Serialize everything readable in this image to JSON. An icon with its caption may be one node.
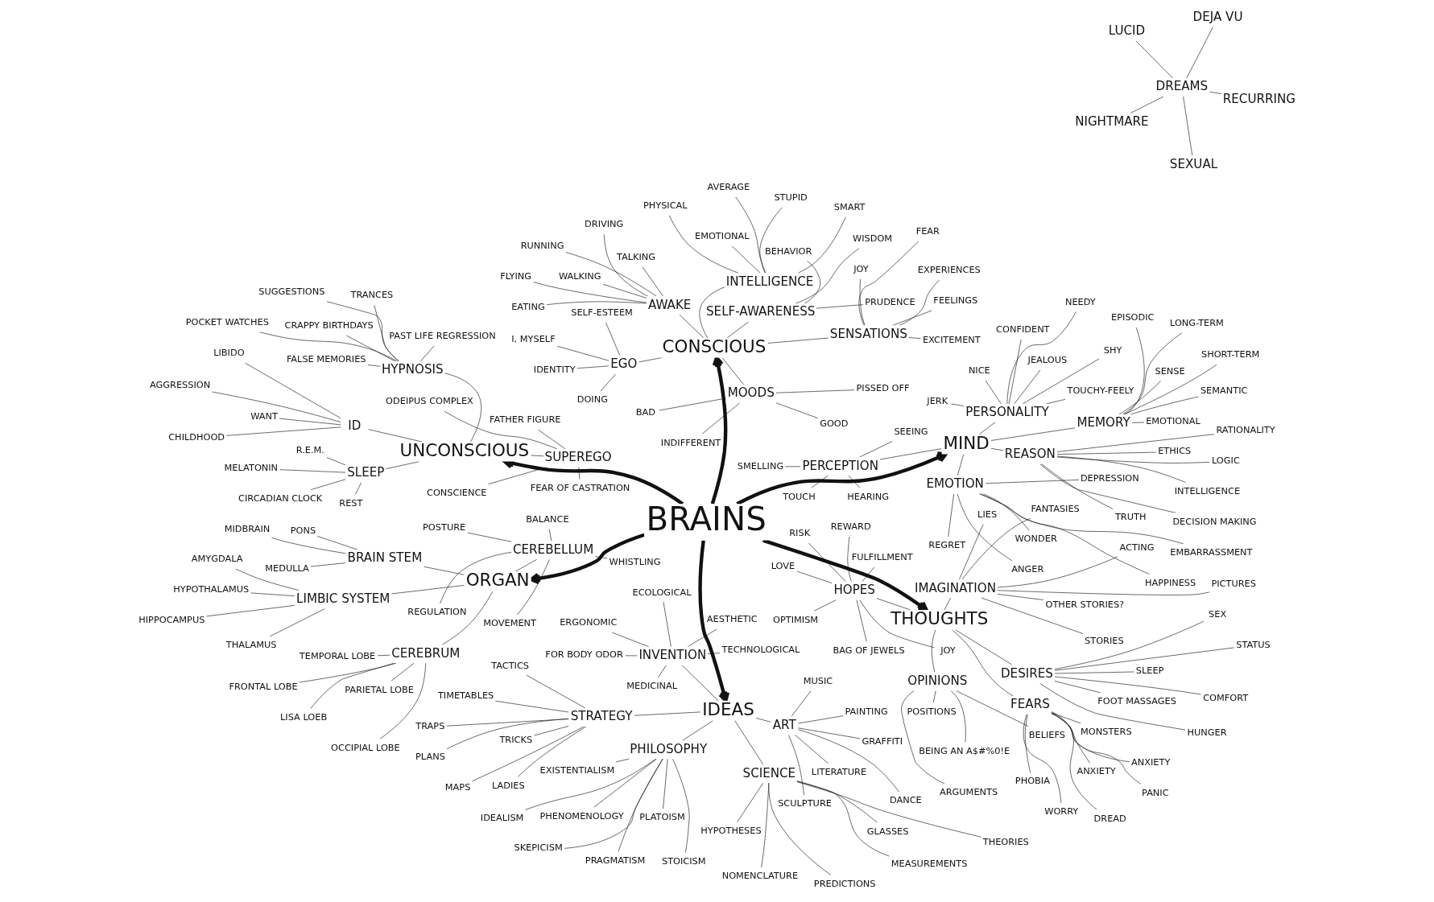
{
  "diagram": {
    "nodes": [
      {
        "text": [
          "BRAINS"
        ]
      },
      {
        "text": [
          "ORGAN"
        ]
      },
      {
        "text": [
          "CEREBRUM"
        ]
      },
      {
        "text": [
          "OCCIPIAL LOBE"
        ]
      },
      {
        "text": [
          "PARIETAL LOBE"
        ]
      },
      {
        "text": [
          "FRONTAL LOBE"
        ]
      },
      {
        "text": [
          "TEMPORAL LOBE"
        ]
      },
      {
        "text": [
          "LISA LOEB"
        ]
      },
      {
        "text": [
          "CEREBELLUM"
        ]
      },
      {
        "text": [
          "BALANCE"
        ]
      },
      {
        "text": [
          "WHISTLING"
        ]
      },
      {
        "text": [
          "MOVEMENT"
        ]
      },
      {
        "text": [
          "POSTURE"
        ]
      },
      {
        "text": [
          "REGULATION"
        ]
      },
      {
        "text": [
          "BRAIN STEM"
        ]
      },
      {
        "text": [
          "MIDBRAIN"
        ]
      },
      {
        "text": [
          "PONS"
        ]
      },
      {
        "text": [
          "MEDULLA"
        ]
      },
      {
        "text": [
          "LIMBIC SYSTEM"
        ]
      },
      {
        "text": [
          "AMYGDALA"
        ]
      },
      {
        "text": [
          "HIPPOCAMPUS"
        ]
      },
      {
        "text": [
          "THALAMUS"
        ]
      },
      {
        "text": [
          "HYPOTHALAMUS"
        ]
      },
      {
        "text": [
          "DREAMS"
        ]
      },
      {
        "text": [
          "DEJA VU"
        ]
      },
      {
        "text": [
          "NIGHTMARE"
        ]
      },
      {
        "text": [
          "LUCID"
        ]
      },
      {
        "text": [
          "RECURRING"
        ]
      },
      {
        "text": [
          "SEXUAL"
        ]
      },
      {
        "text": [
          "UNCONSCIOUS"
        ]
      },
      {
        "text": [
          "ID"
        ]
      },
      {
        "text": [
          "AGGRESSION"
        ]
      },
      {
        "text": [
          "CHILDHOOD"
        ]
      },
      {
        "text": [
          "WANT"
        ]
      },
      {
        "text": [
          "LIBIDO"
        ]
      },
      {
        "text": [
          "HYPNOSIS"
        ]
      },
      {
        "text": [
          "CRAPPY BIRTHDAYS"
        ]
      },
      {
        "text": [
          "PAST LIFE REGRESSION"
        ]
      },
      {
        "text": [
          "TRANCES"
        ]
      },
      {
        "text": [
          "POCKET WATCHES"
        ]
      },
      {
        "text": [
          "FALSE MEMORIES"
        ]
      },
      {
        "text": [
          "SUGGESTIONS"
        ]
      },
      {
        "text": [
          "SUPEREGO"
        ]
      },
      {
        "text": [
          "ODEIPUS COMPLEX"
        ]
      },
      {
        "text": [
          "CONSCIENCE"
        ]
      },
      {
        "text": [
          "FATHER FIGURE"
        ]
      },
      {
        "text": [
          "FEAR OF CASTRATION"
        ]
      },
      {
        "text": [
          "SLEEP"
        ]
      },
      {
        "text": [
          "CIRCADIAN CLOCK"
        ]
      },
      {
        "text": [
          "MELATONIN"
        ]
      },
      {
        "text": [
          "REST"
        ]
      },
      {
        "text": [
          "R.E.M."
        ]
      },
      {
        "text": [
          "MIND"
        ]
      },
      {
        "text": [
          "REASON"
        ]
      },
      {
        "text": [
          "DECISION MAKING"
        ]
      },
      {
        "text": [
          "ETHICS"
        ]
      },
      {
        "text": [
          "INTELLIGENCE"
        ]
      },
      {
        "text": [
          "RATIONALITY"
        ]
      },
      {
        "text": [
          "TRUTH"
        ]
      },
      {
        "text": [
          "LOGIC"
        ]
      },
      {
        "text": [
          "PERCEPTION"
        ]
      },
      {
        "text": [
          "SEEING"
        ]
      },
      {
        "text": [
          "SMELLING"
        ]
      },
      {
        "text": [
          "HEARING"
        ]
      },
      {
        "text": [
          "TOUCH"
        ]
      },
      {
        "text": [
          "MEMORY"
        ]
      },
      {
        "text": [
          "SEMANTIC"
        ]
      },
      {
        "text": [
          "SHORT-TERM"
        ]
      },
      {
        "text": [
          "SENSE"
        ]
      },
      {
        "text": [
          "EPISODIC"
        ]
      },
      {
        "text": [
          "EMOTIONAL"
        ]
      },
      {
        "text": [
          "LONG-TERM"
        ]
      },
      {
        "text": [
          "EMOTION"
        ]
      },
      {
        "text": [
          "WONDER"
        ]
      },
      {
        "text": [
          "DEPRESSION"
        ]
      },
      {
        "text": [
          "ANGER"
        ]
      },
      {
        "text": [
          "HAPPINESS"
        ]
      },
      {
        "text": [
          "EMBARRASSMENT"
        ]
      },
      {
        "text": [
          "REGRET"
        ]
      },
      {
        "text": [
          "PERSONALITY"
        ]
      },
      {
        "text": [
          "JERK"
        ]
      },
      {
        "text": [
          "TOUCHY-FEELY"
        ]
      },
      {
        "text": [
          "NICE"
        ]
      },
      {
        "text": [
          "JEALOUS"
        ]
      },
      {
        "text": [
          "SHY"
        ]
      },
      {
        "text": [
          "NEEDY"
        ]
      },
      {
        "text": [
          "CONFIDENT"
        ]
      },
      {
        "text": [
          "CONSCIOUS"
        ]
      },
      {
        "text": [
          "EGO"
        ]
      },
      {
        "text": [
          "DOING"
        ]
      },
      {
        "text": [
          "IDENTITY"
        ]
      },
      {
        "text": [
          "I, MYSELF"
        ]
      },
      {
        "text": [
          "SELF-ESTEEM"
        ]
      },
      {
        "text": [
          "SENSATIONS"
        ]
      },
      {
        "text": [
          "FEELINGS"
        ]
      },
      {
        "text": [
          "EXCITEMENT"
        ]
      },
      {
        "text": [
          "JOY"
        ]
      },
      {
        "text": [
          "FEAR"
        ]
      },
      {
        "text": [
          "EXPERIENCES"
        ]
      },
      {
        "text": [
          "AWAKE"
        ]
      },
      {
        "text": [
          "TALKING"
        ]
      },
      {
        "text": [
          "FLYING"
        ]
      },
      {
        "text": [
          "DRIVING"
        ]
      },
      {
        "text": [
          "EATING"
        ]
      },
      {
        "text": [
          "RUNNING"
        ]
      },
      {
        "text": [
          "WALKING"
        ]
      },
      {
        "text": [
          "SELF-AWARENESS"
        ]
      },
      {
        "text": [
          "BEHAVIOR"
        ]
      },
      {
        "text": [
          "WISDOM"
        ]
      },
      {
        "text": [
          "PRUDENCE"
        ]
      },
      {
        "text": [
          "INTELLIGENCE"
        ]
      },
      {
        "text": [
          "PHYSICAL"
        ]
      },
      {
        "text": [
          "AVERAGE"
        ]
      },
      {
        "text": [
          "SMART"
        ]
      },
      {
        "text": [
          "EMOTIONAL"
        ]
      },
      {
        "text": [
          "STUPID"
        ]
      },
      {
        "text": [
          "MOODS"
        ]
      },
      {
        "text": [
          "INDIFFERENT"
        ]
      },
      {
        "text": [
          "BAD"
        ]
      },
      {
        "text": [
          "GOOD"
        ]
      },
      {
        "text": [
          "PISSED OFF"
        ]
      },
      {
        "text": [
          "THOUGHTS"
        ]
      },
      {
        "text": [
          "DESIRES"
        ]
      },
      {
        "text": [
          "FOOT MASSAGES"
        ]
      },
      {
        "text": [
          "STATUS"
        ]
      },
      {
        "text": [
          "COMFORT"
        ]
      },
      {
        "text": [
          "SEX"
        ]
      },
      {
        "text": [
          "SLEEP"
        ]
      },
      {
        "text": [
          "HUNGER"
        ]
      },
      {
        "text": [
          "OPINIONS"
        ]
      },
      {
        "text": [
          "BELIEFS"
        ]
      },
      {
        "text": [
          "POSITIONS"
        ]
      },
      {
        "text": [
          "BEING AN A$#%0!E"
        ]
      },
      {
        "text": [
          "ARGUMENTS"
        ]
      },
      {
        "text": [
          "HOPES"
        ]
      },
      {
        "text": [
          "JOY"
        ]
      },
      {
        "text": [
          "RISK"
        ]
      },
      {
        "text": [
          "REWARD"
        ]
      },
      {
        "text": [
          "LOVE"
        ]
      },
      {
        "text": [
          "FULFILLMENT"
        ]
      },
      {
        "text": [
          "OPTIMISM"
        ]
      },
      {
        "text": [
          "BAG OF JEWELS"
        ]
      },
      {
        "text": [
          "FEARS"
        ]
      },
      {
        "text": [
          "ANXIETY"
        ]
      },
      {
        "text": [
          "WORRY"
        ]
      },
      {
        "text": [
          "PHOBIA"
        ]
      },
      {
        "text": [
          "PANIC"
        ]
      },
      {
        "text": [
          "ANXIETY"
        ]
      },
      {
        "text": [
          "DREAD"
        ]
      },
      {
        "text": [
          "MONSTERS"
        ]
      },
      {
        "text": [
          "IMAGINATION"
        ]
      },
      {
        "text": [
          "OTHER STORIES?"
        ]
      },
      {
        "text": [
          "ACTING"
        ]
      },
      {
        "text": [
          "STORIES"
        ]
      },
      {
        "text": [
          "PICTURES"
        ]
      },
      {
        "text": [
          "LIES"
        ]
      },
      {
        "text": [
          "FANTASIES"
        ]
      },
      {
        "text": [
          "IDEAS"
        ]
      },
      {
        "text": [
          "ART"
        ]
      },
      {
        "text": [
          "PAINTING"
        ]
      },
      {
        "text": [
          "GRAFFITI"
        ]
      },
      {
        "text": [
          "SCULPTURE"
        ]
      },
      {
        "text": [
          "LITERATURE"
        ]
      },
      {
        "text": [
          "MUSIC"
        ]
      },
      {
        "text": [
          "DANCE"
        ]
      },
      {
        "text": [
          "INVENTION"
        ]
      },
      {
        "text": [
          "TECHNOLOGICAL"
        ]
      },
      {
        "text": [
          "AESTHETIC"
        ]
      },
      {
        "text": [
          "ERGONOMIC"
        ]
      },
      {
        "text": [
          "MEDICINAL"
        ]
      },
      {
        "text": [
          "FOR BODY ODOR"
        ]
      },
      {
        "text": [
          "ECOLOGICAL"
        ]
      },
      {
        "text": [
          "SCIENCE"
        ]
      },
      {
        "text": [
          "MEASUREMENTS"
        ]
      },
      {
        "text": [
          "GLASSES"
        ]
      },
      {
        "text": [
          "THEORIES"
        ]
      },
      {
        "text": [
          "NOMENCLATURE"
        ]
      },
      {
        "text": [
          "HYPOTHESES"
        ]
      },
      {
        "text": [
          "PREDICTIONS"
        ]
      },
      {
        "text": [
          "STRATEGY"
        ]
      },
      {
        "text": [
          "LADIES"
        ]
      },
      {
        "text": [
          "TRICKS"
        ]
      },
      {
        "text": [
          "PLANS"
        ]
      },
      {
        "text": [
          "TRAPS"
        ]
      },
      {
        "text": [
          "MAPS"
        ]
      },
      {
        "text": [
          "TACTICS"
        ]
      },
      {
        "text": [
          "TIMETABLES"
        ]
      },
      {
        "text": [
          "PHILOSOPHY"
        ]
      },
      {
        "text": [
          "PLATOISM"
        ]
      },
      {
        "text": [
          "STOICISM"
        ]
      },
      {
        "text": [
          "EXISTENTIALISM"
        ]
      },
      {
        "text": [
          "SKEPICISM"
        ]
      },
      {
        "text": [
          "PRAGMATISM"
        ]
      },
      {
        "text": [
          "IDEALISM"
        ]
      },
      {
        "text": [
          "PHENOMENOLOGY"
        ]
      }
    ],
    "edges": [
      {
        "from": 0,
        "to": 1,
        "arrow": "to",
        "style": "thick"
      },
      {
        "from": 0,
        "to": 29,
        "arrow": "to",
        "style": "thick"
      },
      {
        "from": 0,
        "to": 52,
        "arrow": "to",
        "style": "thick"
      },
      {
        "from": 0,
        "to": 87,
        "arrow": "to",
        "style": "thick"
      },
      {
        "from": 0,
        "to": 121,
        "arrow": "to",
        "style": "thick"
      },
      {
        "from": 0,
        "to": 157,
        "arrow": "to",
        "style": "thick"
      },
      {
        "from": 1,
        "to": 2,
        "arrow": "none"
      },
      {
        "from": 2,
        "to": 3,
        "arrow": "none"
      },
      {
        "from": 2,
        "to": 4,
        "arrow": "none"
      },
      {
        "from": 2,
        "to": 5,
        "arrow": "none"
      },
      {
        "from": 2,
        "to": 6,
        "arrow": "none"
      },
      {
        "from": 2,
        "to": 7,
        "arrow": "none"
      },
      {
        "from": 1,
        "to": 8,
        "arrow": "none"
      },
      {
        "from": 8,
        "to": 9,
        "arrow": "none"
      },
      {
        "from": 8,
        "to": 10,
        "arrow": "none"
      },
      {
        "from": 8,
        "to": 11,
        "arrow": "none"
      },
      {
        "from": 8,
        "to": 12,
        "arrow": "none"
      },
      {
        "from": 8,
        "to": 13,
        "arrow": "none"
      },
      {
        "from": 1,
        "to": 14,
        "arrow": "none"
      },
      {
        "from": 14,
        "to": 15,
        "arrow": "none"
      },
      {
        "from": 14,
        "to": 16,
        "arrow": "none"
      },
      {
        "from": 14,
        "to": 17,
        "arrow": "none"
      },
      {
        "from": 1,
        "to": 18,
        "arrow": "none"
      },
      {
        "from": 18,
        "to": 19,
        "arrow": "none"
      },
      {
        "from": 18,
        "to": 20,
        "arrow": "none"
      },
      {
        "from": 18,
        "to": 21,
        "arrow": "none"
      },
      {
        "from": 18,
        "to": 22,
        "arrow": "none"
      },
      {
        "from": 23,
        "to": 24,
        "arrow": "none"
      },
      {
        "from": 23,
        "to": 25,
        "arrow": "none"
      },
      {
        "from": 23,
        "to": 26,
        "arrow": "none"
      },
      {
        "from": 23,
        "to": 27,
        "arrow": "none"
      },
      {
        "from": 23,
        "to": 28,
        "arrow": "none"
      },
      {
        "from": 29,
        "to": 30,
        "arrow": "none"
      },
      {
        "from": 30,
        "to": 31,
        "arrow": "none"
      },
      {
        "from": 30,
        "to": 32,
        "arrow": "none"
      },
      {
        "from": 30,
        "to": 33,
        "arrow": "none"
      },
      {
        "from": 30,
        "to": 34,
        "arrow": "none"
      },
      {
        "from": 29,
        "to": 35,
        "arrow": "none"
      },
      {
        "from": 35,
        "to": 36,
        "arrow": "none"
      },
      {
        "from": 35,
        "to": 37,
        "arrow": "none"
      },
      {
        "from": 35,
        "to": 38,
        "arrow": "none"
      },
      {
        "from": 35,
        "to": 39,
        "arrow": "none"
      },
      {
        "from": 35,
        "to": 40,
        "arrow": "none"
      },
      {
        "from": 35,
        "to": 41,
        "arrow": "none"
      },
      {
        "from": 29,
        "to": 42,
        "arrow": "none"
      },
      {
        "from": 42,
        "to": 43,
        "arrow": "none"
      },
      {
        "from": 42,
        "to": 44,
        "arrow": "none"
      },
      {
        "from": 42,
        "to": 45,
        "arrow": "none"
      },
      {
        "from": 42,
        "to": 46,
        "arrow": "none"
      },
      {
        "from": 29,
        "to": 47,
        "arrow": "none"
      },
      {
        "from": 47,
        "to": 48,
        "arrow": "none"
      },
      {
        "from": 47,
        "to": 49,
        "arrow": "none"
      },
      {
        "from": 47,
        "to": 50,
        "arrow": "none"
      },
      {
        "from": 47,
        "to": 51,
        "arrow": "none"
      },
      {
        "from": 52,
        "to": 53,
        "arrow": "none"
      },
      {
        "from": 53,
        "to": 54,
        "arrow": "none"
      },
      {
        "from": 53,
        "to": 55,
        "arrow": "none"
      },
      {
        "from": 53,
        "to": 56,
        "arrow": "none"
      },
      {
        "from": 53,
        "to": 57,
        "arrow": "none"
      },
      {
        "from": 53,
        "to": 58,
        "arrow": "none"
      },
      {
        "from": 53,
        "to": 59,
        "arrow": "none"
      },
      {
        "from": 52,
        "to": 60,
        "arrow": "none"
      },
      {
        "from": 60,
        "to": 61,
        "arrow": "none"
      },
      {
        "from": 60,
        "to": 62,
        "arrow": "none"
      },
      {
        "from": 60,
        "to": 63,
        "arrow": "none"
      },
      {
        "from": 60,
        "to": 64,
        "arrow": "none"
      },
      {
        "from": 52,
        "to": 65,
        "arrow": "none"
      },
      {
        "from": 65,
        "to": 66,
        "arrow": "none"
      },
      {
        "from": 65,
        "to": 67,
        "arrow": "none"
      },
      {
        "from": 65,
        "to": 68,
        "arrow": "none"
      },
      {
        "from": 65,
        "to": 69,
        "arrow": "none"
      },
      {
        "from": 65,
        "to": 70,
        "arrow": "none"
      },
      {
        "from": 65,
        "to": 71,
        "arrow": "none"
      },
      {
        "from": 52,
        "to": 72,
        "arrow": "none"
      },
      {
        "from": 72,
        "to": 73,
        "arrow": "none"
      },
      {
        "from": 72,
        "to": 74,
        "arrow": "none"
      },
      {
        "from": 72,
        "to": 75,
        "arrow": "none"
      },
      {
        "from": 72,
        "to": 76,
        "arrow": "none"
      },
      {
        "from": 72,
        "to": 77,
        "arrow": "none"
      },
      {
        "from": 72,
        "to": 78,
        "arrow": "none"
      },
      {
        "from": 52,
        "to": 79,
        "arrow": "none"
      },
      {
        "from": 79,
        "to": 80,
        "arrow": "none"
      },
      {
        "from": 79,
        "to": 81,
        "arrow": "none"
      },
      {
        "from": 79,
        "to": 82,
        "arrow": "none"
      },
      {
        "from": 79,
        "to": 83,
        "arrow": "none"
      },
      {
        "from": 79,
        "to": 84,
        "arrow": "none"
      },
      {
        "from": 79,
        "to": 85,
        "arrow": "none"
      },
      {
        "from": 79,
        "to": 86,
        "arrow": "none"
      },
      {
        "from": 87,
        "to": 88,
        "arrow": "none"
      },
      {
        "from": 88,
        "to": 89,
        "arrow": "none"
      },
      {
        "from": 88,
        "to": 90,
        "arrow": "none"
      },
      {
        "from": 88,
        "to": 91,
        "arrow": "none"
      },
      {
        "from": 88,
        "to": 92,
        "arrow": "none"
      },
      {
        "from": 87,
        "to": 93,
        "arrow": "none"
      },
      {
        "from": 93,
        "to": 94,
        "arrow": "none"
      },
      {
        "from": 93,
        "to": 95,
        "arrow": "none"
      },
      {
        "from": 93,
        "to": 96,
        "arrow": "none"
      },
      {
        "from": 93,
        "to": 97,
        "arrow": "none"
      },
      {
        "from": 93,
        "to": 98,
        "arrow": "none"
      },
      {
        "from": 87,
        "to": 99,
        "arrow": "none"
      },
      {
        "from": 99,
        "to": 100,
        "arrow": "none"
      },
      {
        "from": 99,
        "to": 101,
        "arrow": "none"
      },
      {
        "from": 99,
        "to": 102,
        "arrow": "none"
      },
      {
        "from": 99,
        "to": 103,
        "arrow": "none"
      },
      {
        "from": 99,
        "to": 104,
        "arrow": "none"
      },
      {
        "from": 99,
        "to": 105,
        "arrow": "none"
      },
      {
        "from": 87,
        "to": 106,
        "arrow": "none"
      },
      {
        "from": 106,
        "to": 107,
        "arrow": "none"
      },
      {
        "from": 106,
        "to": 108,
        "arrow": "none"
      },
      {
        "from": 106,
        "to": 109,
        "arrow": "none"
      },
      {
        "from": 87,
        "to": 110,
        "arrow": "none"
      },
      {
        "from": 110,
        "to": 111,
        "arrow": "none"
      },
      {
        "from": 110,
        "to": 112,
        "arrow": "none"
      },
      {
        "from": 110,
        "to": 113,
        "arrow": "none"
      },
      {
        "from": 110,
        "to": 114,
        "arrow": "none"
      },
      {
        "from": 110,
        "to": 115,
        "arrow": "none"
      },
      {
        "from": 87,
        "to": 116,
        "arrow": "none"
      },
      {
        "from": 116,
        "to": 117,
        "arrow": "none"
      },
      {
        "from": 116,
        "to": 118,
        "arrow": "none"
      },
      {
        "from": 116,
        "to": 119,
        "arrow": "none"
      },
      {
        "from": 116,
        "to": 120,
        "arrow": "none"
      },
      {
        "from": 121,
        "to": 122,
        "arrow": "none"
      },
      {
        "from": 122,
        "to": 123,
        "arrow": "none"
      },
      {
        "from": 122,
        "to": 124,
        "arrow": "none"
      },
      {
        "from": 122,
        "to": 125,
        "arrow": "none"
      },
      {
        "from": 122,
        "to": 126,
        "arrow": "none"
      },
      {
        "from": 122,
        "to": 127,
        "arrow": "none"
      },
      {
        "from": 122,
        "to": 128,
        "arrow": "none"
      },
      {
        "from": 121,
        "to": 129,
        "arrow": "none"
      },
      {
        "from": 129,
        "to": 130,
        "arrow": "none"
      },
      {
        "from": 129,
        "to": 131,
        "arrow": "none"
      },
      {
        "from": 129,
        "to": 132,
        "arrow": "none"
      },
      {
        "from": 129,
        "to": 133,
        "arrow": "none"
      },
      {
        "from": 121,
        "to": 134,
        "arrow": "none"
      },
      {
        "from": 134,
        "to": 135,
        "arrow": "none"
      },
      {
        "from": 134,
        "to": 136,
        "arrow": "none"
      },
      {
        "from": 134,
        "to": 137,
        "arrow": "none"
      },
      {
        "from": 134,
        "to": 138,
        "arrow": "none"
      },
      {
        "from": 134,
        "to": 139,
        "arrow": "none"
      },
      {
        "from": 134,
        "to": 140,
        "arrow": "none"
      },
      {
        "from": 134,
        "to": 141,
        "arrow": "none"
      },
      {
        "from": 121,
        "to": 142,
        "arrow": "none"
      },
      {
        "from": 142,
        "to": 143,
        "arrow": "none"
      },
      {
        "from": 142,
        "to": 144,
        "arrow": "none"
      },
      {
        "from": 142,
        "to": 145,
        "arrow": "none"
      },
      {
        "from": 142,
        "to": 146,
        "arrow": "none"
      },
      {
        "from": 142,
        "to": 147,
        "arrow": "none"
      },
      {
        "from": 142,
        "to": 148,
        "arrow": "none"
      },
      {
        "from": 142,
        "to": 149,
        "arrow": "none"
      },
      {
        "from": 121,
        "to": 150,
        "arrow": "none"
      },
      {
        "from": 150,
        "to": 151,
        "arrow": "none"
      },
      {
        "from": 150,
        "to": 152,
        "arrow": "none"
      },
      {
        "from": 150,
        "to": 153,
        "arrow": "none"
      },
      {
        "from": 150,
        "to": 154,
        "arrow": "none"
      },
      {
        "from": 150,
        "to": 155,
        "arrow": "none"
      },
      {
        "from": 150,
        "to": 156,
        "arrow": "none"
      },
      {
        "from": 157,
        "to": 158,
        "arrow": "none"
      },
      {
        "from": 158,
        "to": 159,
        "arrow": "none"
      },
      {
        "from": 158,
        "to": 160,
        "arrow": "none"
      },
      {
        "from": 158,
        "to": 161,
        "arrow": "none"
      },
      {
        "from": 158,
        "to": 162,
        "arrow": "none"
      },
      {
        "from": 158,
        "to": 163,
        "arrow": "none"
      },
      {
        "from": 158,
        "to": 164,
        "arrow": "none"
      },
      {
        "from": 157,
        "to": 165,
        "arrow": "none"
      },
      {
        "from": 165,
        "to": 166,
        "arrow": "none"
      },
      {
        "from": 165,
        "to": 167,
        "arrow": "none"
      },
      {
        "from": 165,
        "to": 168,
        "arrow": "none"
      },
      {
        "from": 165,
        "to": 169,
        "arrow": "none"
      },
      {
        "from": 165,
        "to": 170,
        "arrow": "none"
      },
      {
        "from": 165,
        "to": 171,
        "arrow": "none"
      },
      {
        "from": 157,
        "to": 172,
        "arrow": "none"
      },
      {
        "from": 172,
        "to": 173,
        "arrow": "none"
      },
      {
        "from": 172,
        "to": 174,
        "arrow": "none"
      },
      {
        "from": 172,
        "to": 175,
        "arrow": "none"
      },
      {
        "from": 172,
        "to": 176,
        "arrow": "none"
      },
      {
        "from": 172,
        "to": 177,
        "arrow": "none"
      },
      {
        "from": 172,
        "to": 178,
        "arrow": "none"
      },
      {
        "from": 157,
        "to": 179,
        "arrow": "none"
      },
      {
        "from": 179,
        "to": 180,
        "arrow": "none"
      },
      {
        "from": 179,
        "to": 181,
        "arrow": "none"
      },
      {
        "from": 179,
        "to": 182,
        "arrow": "none"
      },
      {
        "from": 179,
        "to": 183,
        "arrow": "none"
      },
      {
        "from": 179,
        "to": 184,
        "arrow": "none"
      },
      {
        "from": 179,
        "to": 185,
        "arrow": "none"
      },
      {
        "from": 179,
        "to": 186,
        "arrow": "none"
      },
      {
        "from": 157,
        "to": 187,
        "arrow": "none"
      },
      {
        "from": 187,
        "to": 188,
        "arrow": "none"
      },
      {
        "from": 187,
        "to": 189,
        "arrow": "none"
      },
      {
        "from": 187,
        "to": 190,
        "arrow": "none"
      },
      {
        "from": 187,
        "to": 191,
        "arrow": "none"
      },
      {
        "from": 187,
        "to": 192,
        "arrow": "none"
      },
      {
        "from": 187,
        "to": 193,
        "arrow": "none"
      },
      {
        "from": 187,
        "to": 194,
        "arrow": "none"
      }
    ]
  }
}
